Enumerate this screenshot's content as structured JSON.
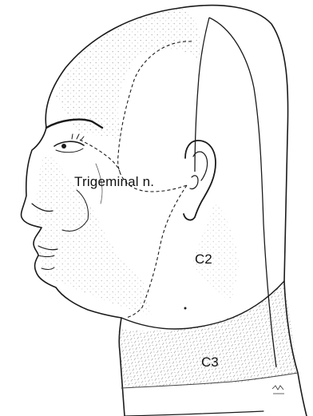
{
  "figure": {
    "labels": {
      "trigeminal": "Trigeminal n.",
      "c2": "C2",
      "c3": "C3"
    }
  },
  "colors": {
    "ink": "#1a1a1a",
    "stipple": "#6d6d6d",
    "background": "#ffffff"
  }
}
